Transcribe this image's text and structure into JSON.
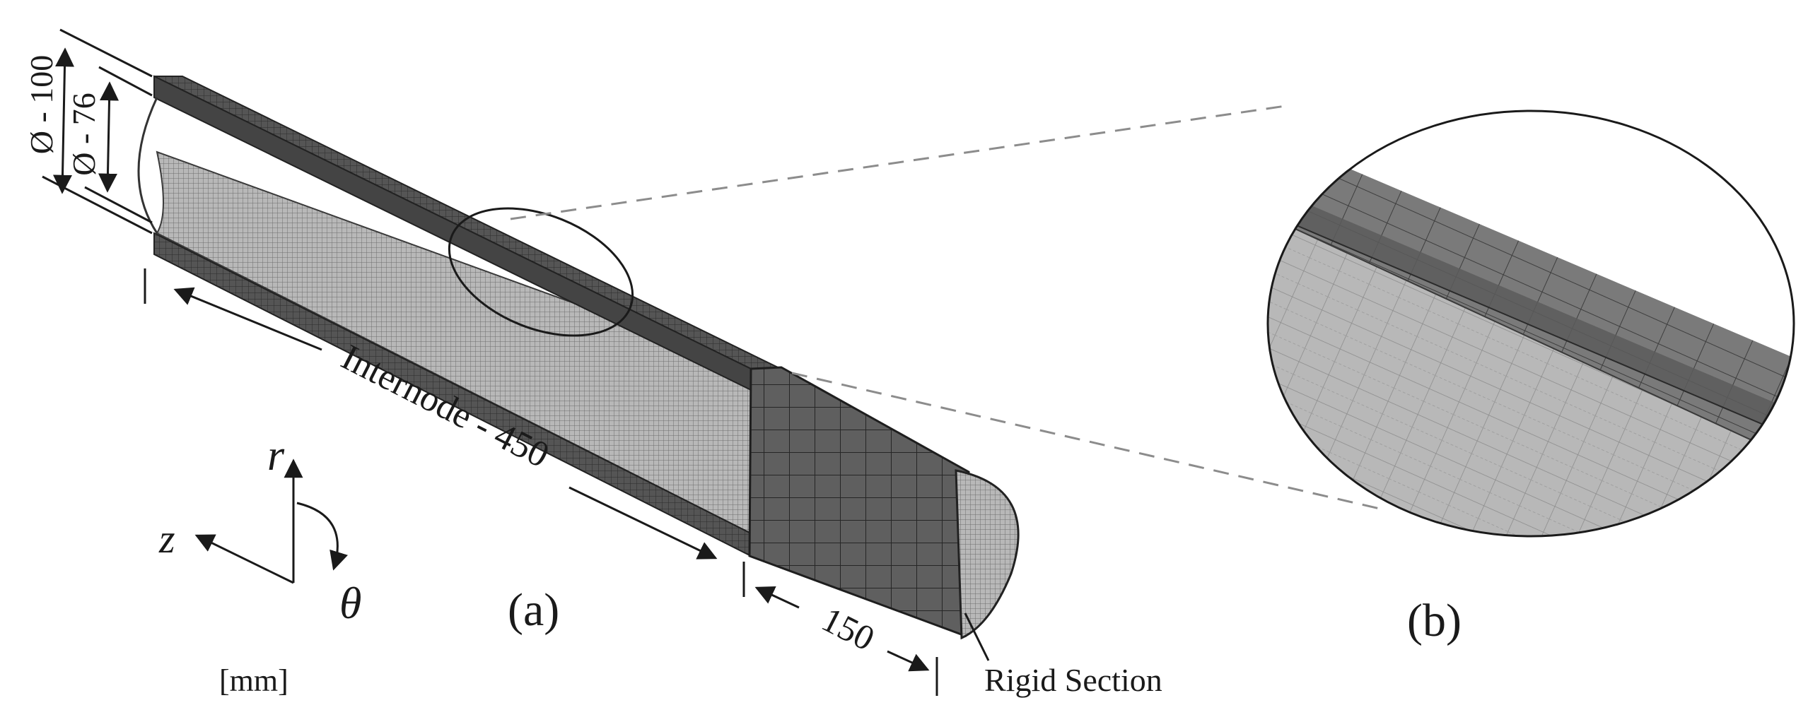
{
  "panels": [
    {
      "id": "a",
      "label": "(a)"
    },
    {
      "id": "b",
      "label": "(b)"
    }
  ],
  "dimensions": {
    "outer_diameter": "Ø - 100",
    "inner_diameter": "Ø - 76",
    "internode_length": "Internode - 450",
    "rigid_length": "150",
    "rigid_label": "Rigid Section",
    "units": "[mm]"
  },
  "axes": {
    "r": "r",
    "z": "z",
    "theta": "θ"
  },
  "colors": {
    "shell_dark": "#4f4f4f",
    "mesh_light": "#b4b4b4",
    "detail_mid": "#8a8a8a",
    "line": "#1a1a1a",
    "dash": "#8c8c8c"
  }
}
